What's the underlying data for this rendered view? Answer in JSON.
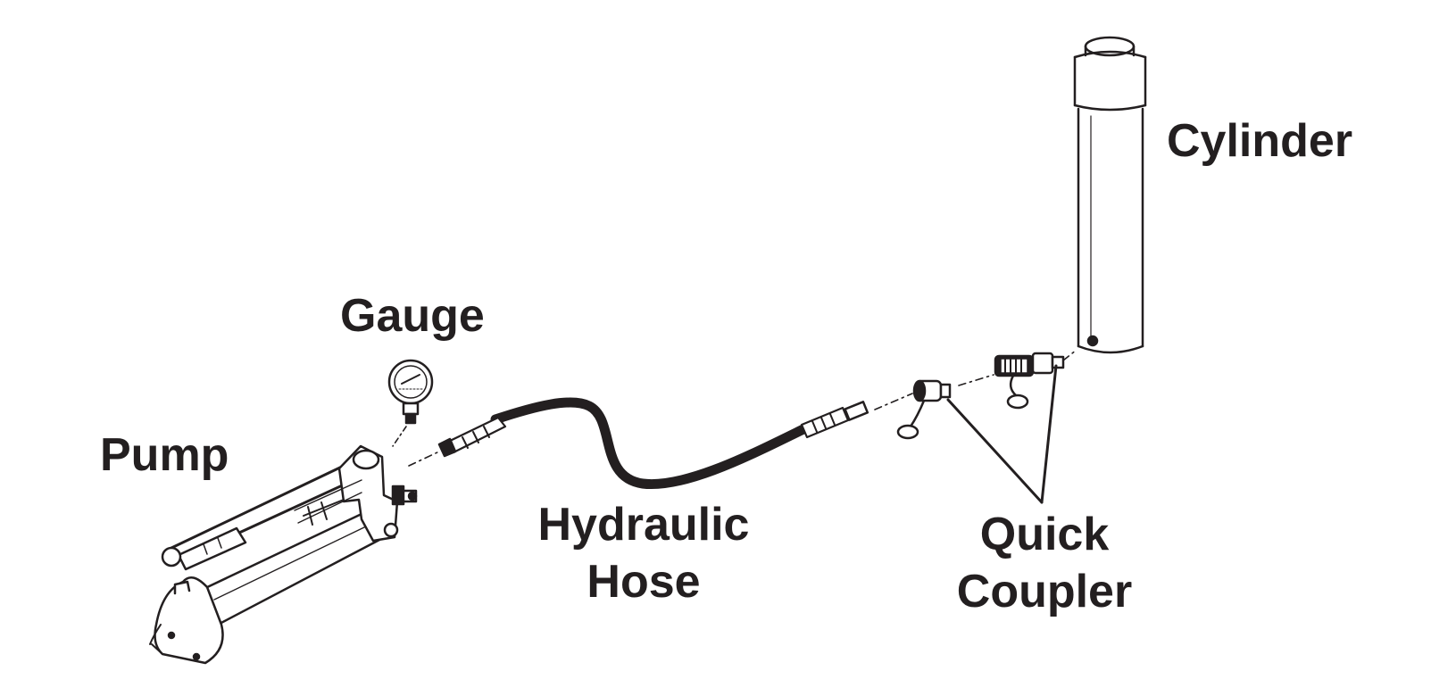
{
  "labels": {
    "cylinder": "Cylinder",
    "gauge": "Gauge",
    "pump": "Pump",
    "hydraulic_hose_line1": "Hydraulic",
    "hydraulic_hose_line2": "Hose",
    "quick_coupler_line1": "Quick",
    "quick_coupler_line2": "Coupler"
  },
  "colors": {
    "ink": "#231f20",
    "background": "#ffffff"
  }
}
